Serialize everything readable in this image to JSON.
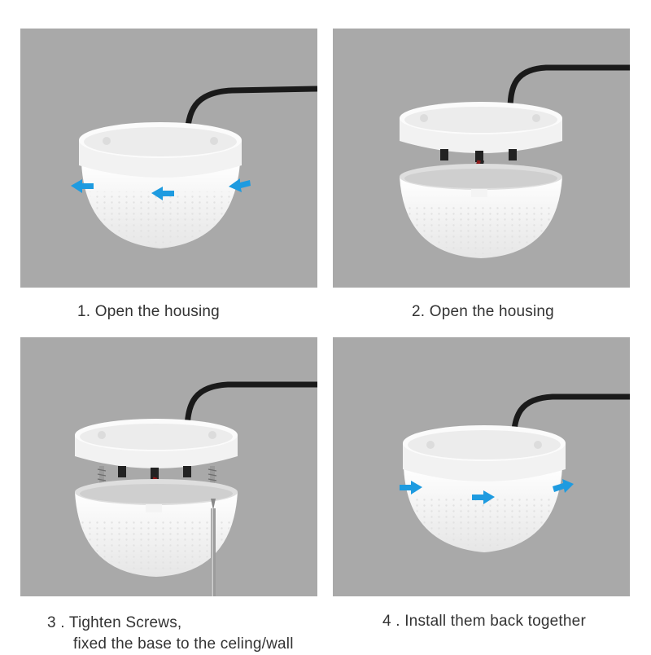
{
  "steps": [
    {
      "caption": "1. Open the housing"
    },
    {
      "caption": "2.  Open the housing"
    },
    {
      "caption_line1": "3 .  Tighten Screws,",
      "caption_line2": "fixed the base to the celing/wall"
    },
    {
      "caption": "4 .  Install them back together"
    }
  ],
  "colors": {
    "panel_bg": "#a9a9a9",
    "device_white": "#f4f4f4",
    "cable": "#1a1a1a",
    "arrow": "#1e9be0",
    "wire_red": "#8b1a1a"
  },
  "icons": [
    "rotate-arrow-icon",
    "screw-icon",
    "screwdriver-icon"
  ]
}
